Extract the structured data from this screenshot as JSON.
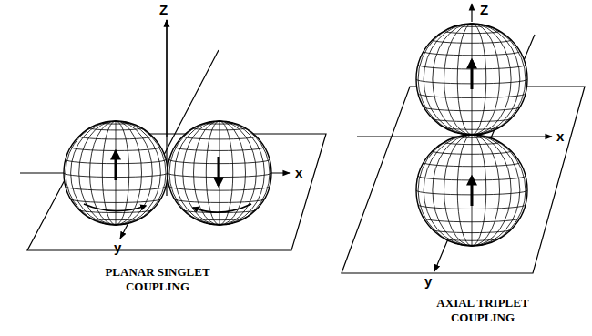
{
  "diagram": {
    "labels": [
      "Z",
      "x",
      "y",
      "PLANAR SINGLET COUPLING",
      "Z",
      "x",
      "y",
      "AXIAL TRIPLET COUPLING"
    ]
  }
}
